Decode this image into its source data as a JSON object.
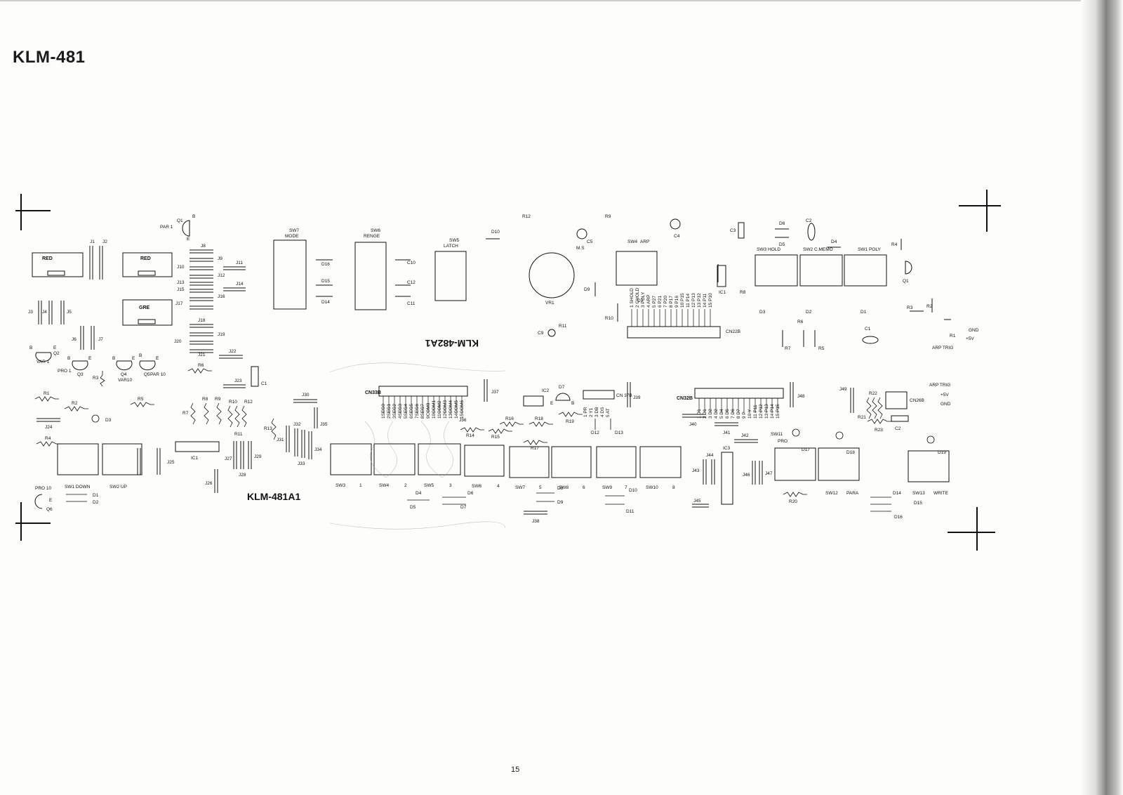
{
  "title": "KLM-481",
  "page_number": "15",
  "board_481": {
    "name": "KLM-481A1",
    "cn33b": "CN33B",
    "cn32b": "CN32B",
    "cn37b": "CN 37B",
    "cn26b": "CN26B",
    "leds": [
      "RED",
      "RED",
      "GRE"
    ],
    "transistors": [
      {
        "label": "Q1",
        "sub": "PAR 1",
        "pins": [
          "B",
          "E"
        ]
      },
      {
        "label": "Q2",
        "sub": "VAR 1",
        "pins": [
          "B",
          "E"
        ]
      },
      {
        "label": "Q3",
        "sub": "PRO 1",
        "pins": [
          "B",
          "E"
        ]
      },
      {
        "label": "Q4",
        "sub": "VAR10",
        "pins": [
          "B",
          "E"
        ]
      },
      {
        "label": "Q5",
        "sub": "PAR 10",
        "pins": [
          "B",
          "E"
        ]
      },
      {
        "label": "Q6",
        "sub": "PRO 10",
        "pins": [
          "E"
        ]
      },
      {
        "label": "D7",
        "sub": "",
        "pins": [
          "E",
          "B"
        ]
      }
    ],
    "switches": [
      {
        "label": "SW1 DOWN"
      },
      {
        "label": "SW2 UP"
      },
      {
        "label": "SW3",
        "num": "1"
      },
      {
        "label": "SW4",
        "num": "2"
      },
      {
        "label": "SW5",
        "num": "3"
      },
      {
        "label": "SW6",
        "num": "4"
      },
      {
        "label": "SW7",
        "num": "5"
      },
      {
        "label": "SW8",
        "num": "6"
      },
      {
        "label": "SW9",
        "num": "7"
      },
      {
        "label": "SW10",
        "num": "8"
      },
      {
        "label": "SW11",
        "num": "PRO"
      },
      {
        "label": "SW12",
        "num": "PARA"
      },
      {
        "label": "SW13",
        "num": "WRITE"
      }
    ],
    "jumpers": [
      "J1",
      "J2",
      "J3",
      "J4",
      "J5",
      "J6",
      "J7",
      "J8",
      "J9",
      "J10",
      "J11",
      "J12",
      "J13",
      "J14",
      "J15",
      "J16",
      "J17",
      "J18",
      "J19",
      "J20",
      "J21",
      "J22",
      "J23",
      "J24",
      "J25",
      "J26",
      "J27",
      "J28",
      "J29",
      "J30",
      "J31",
      "J32",
      "J33",
      "J34",
      "J35",
      "J36",
      "J37",
      "J38",
      "J39",
      "J40",
      "J41",
      "J42",
      "J43",
      "J44",
      "J45",
      "J46",
      "J47",
      "J48",
      "J49"
    ],
    "resistors": [
      "R1",
      "R2",
      "R3",
      "R4",
      "R5",
      "R6",
      "R7",
      "R8",
      "R9",
      "R10",
      "R11",
      "R12",
      "R13",
      "R14",
      "R15",
      "R16",
      "R17",
      "R18",
      "R19",
      "R20",
      "R21",
      "R22",
      "R23"
    ],
    "diodes": [
      "D1",
      "D2",
      "D3",
      "D4",
      "D5",
      "D6",
      "D7",
      "D8",
      "D9",
      "D10",
      "D11",
      "D12",
      "D13",
      "D14",
      "D15",
      "D16",
      "D17",
      "D18",
      "D19"
    ],
    "ics": [
      "IC1",
      "IC2",
      "IC3"
    ],
    "caps": [
      "C1",
      "C2"
    ],
    "cn33b_pins": [
      "1SEG0",
      "2SEG1",
      "3SEG2",
      "4SEG3",
      "5SEG4",
      "6SEG5",
      "7SEG6",
      "8SEG7",
      "9COM0",
      "10COM1",
      "11COM2",
      "12COM3",
      "13COM4",
      "14COM5",
      "15COM6"
    ],
    "cn37b_pins": [
      "1 PR",
      "2 Y1",
      "3 DB",
      "4 DS",
      "5 AT"
    ],
    "cn32b_pins": [
      "1 D1",
      "2 D1",
      "3 D2",
      "4 D2",
      "5 D4",
      "6 D5",
      "7 D6",
      "8 D7",
      "9 P",
      "10 Y",
      "11 P11",
      "12 P12",
      "13 P13",
      "14 P14",
      "15 P15"
    ],
    "power_labels": [
      "ARP TRIG",
      "+5V",
      "GND"
    ]
  },
  "board_482": {
    "name": "KLM-482A1",
    "cn22b": "CN22B",
    "switches": [
      {
        "label": "SW7",
        "sub": "MODE"
      },
      {
        "label": "SW6",
        "sub": "RENGE"
      },
      {
        "label": "SW5",
        "sub": "LATCH"
      },
      {
        "label": "SW4",
        "sub": "ARP"
      },
      {
        "label": "SW3",
        "sub": "HOLD"
      },
      {
        "label": "SW2",
        "sub": "C.MEMO"
      },
      {
        "label": "SW1",
        "sub": "POLY"
      }
    ],
    "pot": "VR1",
    "cap_labels": [
      "C1",
      "C2",
      "C3",
      "C4",
      "C5",
      "C9",
      "C10",
      "C11",
      "C12"
    ],
    "ms_label": "M.S",
    "ic_label": "IC1",
    "resistors": [
      "R1",
      "R2",
      "R3",
      "R4",
      "R5",
      "R6",
      "R7",
      "R8",
      "R9",
      "R10",
      "R11",
      "R12"
    ],
    "diodes": [
      "D1",
      "D2",
      "D3",
      "D4",
      "D5",
      "D6",
      "D7",
      "D9",
      "D10",
      "D14",
      "D15",
      "D16"
    ],
    "q_label": "Q1",
    "cn22b_pins": [
      "1 SHOLD",
      "2 CHOLD",
      "3 POLY",
      "4 ARP",
      "5 P27",
      "6 P21",
      "7 P20",
      "8 P17",
      "9 P16",
      "10 P15",
      "11 P14",
      "12 P13",
      "13 P12",
      "14 P11",
      "15 P10"
    ],
    "power_labels": [
      "GND",
      "+5V",
      "ARP TRIG"
    ]
  },
  "registration_marks": 4
}
